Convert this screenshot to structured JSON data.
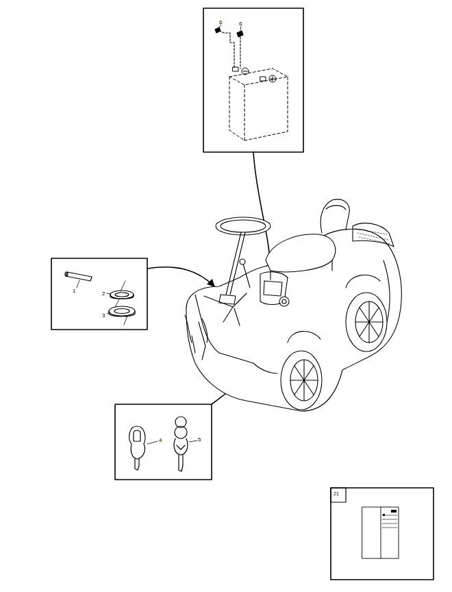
{
  "diagram": {
    "labels": [
      "6",
      "6",
      "1",
      "2",
      "3",
      "4",
      "5",
      "21"
    ]
  }
}
